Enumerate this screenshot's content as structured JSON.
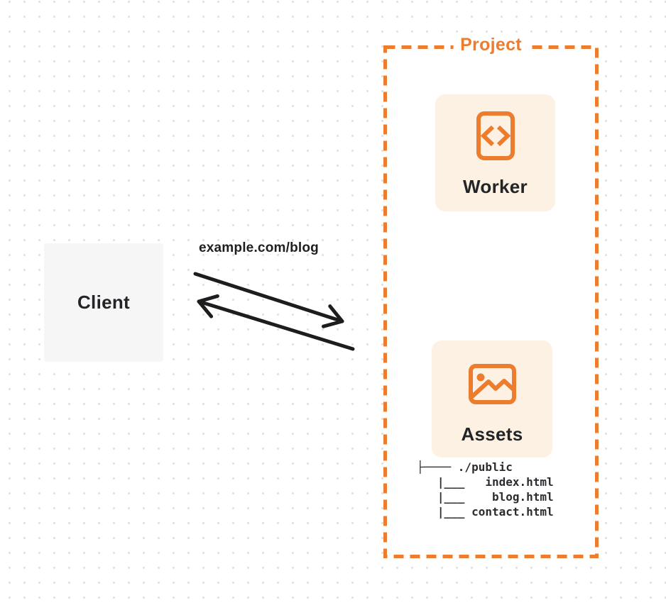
{
  "colors": {
    "accent_orange": "#ed7d2e",
    "card_background": "#fcf1e2",
    "client_background": "#f6f6f7",
    "page_background": "#ffffff",
    "dot_grid": "#e1e1e2",
    "text_dark": "#222427",
    "arrow": "#1d1d1f"
  },
  "client": {
    "label": "Client"
  },
  "request": {
    "label": "example.com/blog"
  },
  "project": {
    "label": "Project",
    "worker": {
      "label": "Worker",
      "icon": "code-file-icon"
    },
    "assets": {
      "label": "Assets",
      "icon": "image-icon",
      "file_tree": "├──── ./public\n   |___   index.html\n   |___    blog.html\n   |___ contact.html"
    }
  }
}
